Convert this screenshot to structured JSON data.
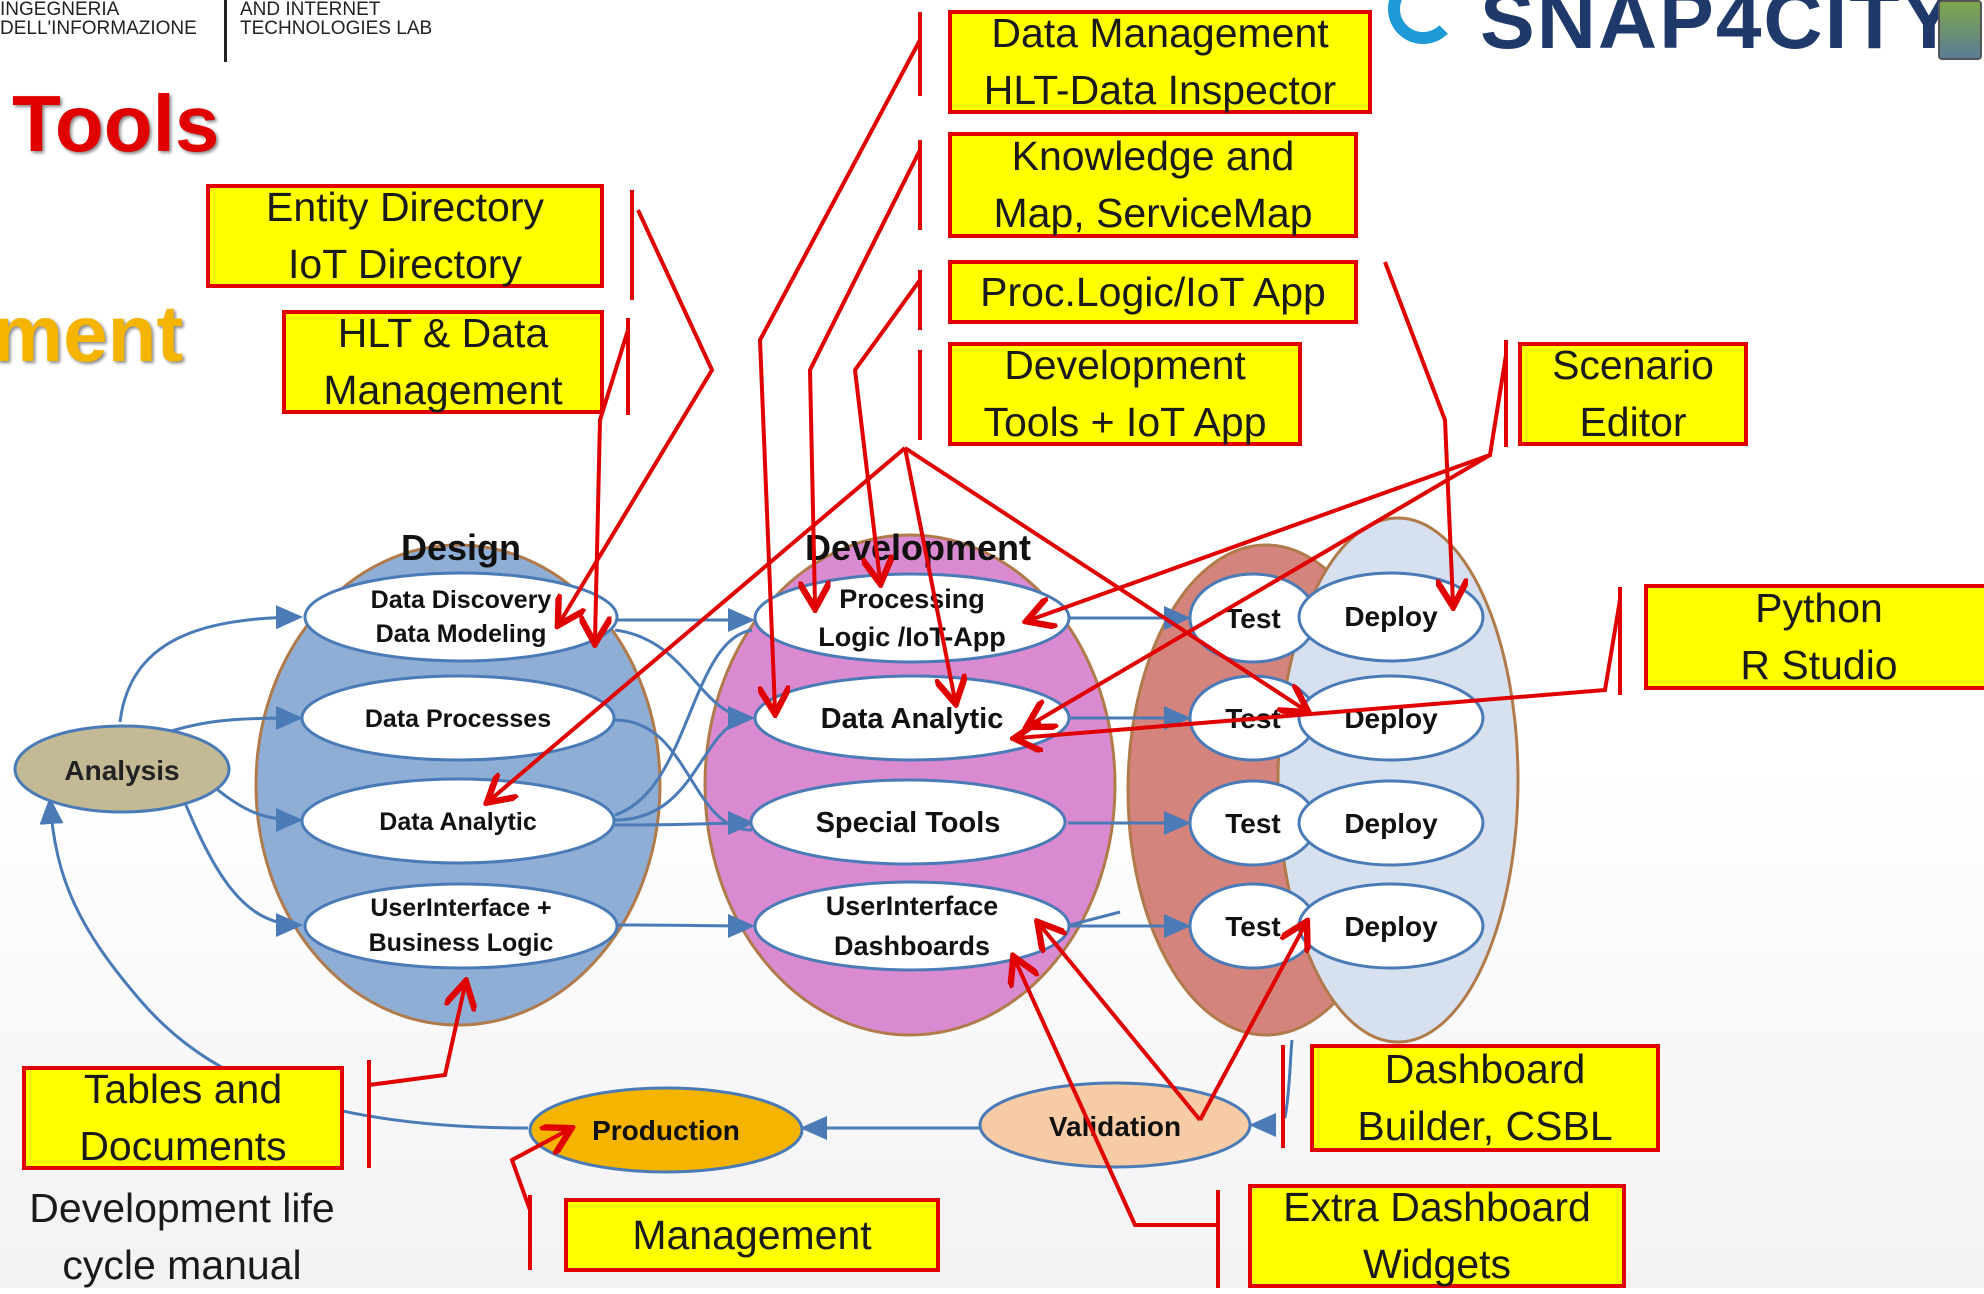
{
  "header": {
    "left_logo_line1": "INGEGNERIA",
    "left_logo_line2": "DELL'INFORMAZIONE",
    "lab_logo_line1": "AND INTERNET",
    "lab_logo_line2": "TECHNOLOGIES LAB",
    "brand_logo": "SNAP4CITY"
  },
  "titles": {
    "tools": "Tools",
    "ment": "ment"
  },
  "phases": {
    "design": "Design",
    "development": "Development"
  },
  "nodes": {
    "analysis": "Analysis",
    "design_items": [
      {
        "line1": "Data Discovery",
        "line2": "Data Modeling"
      },
      {
        "line1": "Data Processes",
        "line2": ""
      },
      {
        "line1": "Data Analytic",
        "line2": ""
      },
      {
        "line1": "UserInterface +",
        "line2": "Business Logic"
      }
    ],
    "dev_items": [
      {
        "line1": "Processing",
        "line2": "Logic /IoT-App"
      },
      {
        "line1": "Data Analytic",
        "line2": ""
      },
      {
        "line1": "Special Tools",
        "line2": ""
      },
      {
        "line1": "UserInterface",
        "line2": "Dashboards"
      }
    ],
    "test_label": "Test",
    "deploy_label": "Deploy",
    "production": "Production",
    "validation": "Validation"
  },
  "callouts": {
    "data_management": [
      "Data Management",
      "HLT-Data Inspector"
    ],
    "knowledge_map": [
      "Knowledge and",
      "Map, ServiceMap"
    ],
    "proc_logic": [
      "Proc.Logic/IoT App"
    ],
    "dev_tools": [
      "Development",
      "Tools + IoT App"
    ],
    "entity_directory": [
      "Entity Directory",
      "IoT Directory"
    ],
    "hlt_data": [
      "HLT & Data",
      "Management"
    ],
    "scenario_editor": [
      "Scenario",
      "Editor"
    ],
    "python_r": [
      "Python",
      "R Studio"
    ],
    "tables_docs": [
      "Tables and",
      "Documents"
    ],
    "management": [
      "Management"
    ],
    "dashboard_builder": [
      "Dashboard",
      "Builder, CSBL"
    ],
    "extra_widgets": [
      "Extra Dashboard",
      "Widgets"
    ]
  },
  "footnote": [
    "Development life",
    "cycle manual"
  ],
  "colors": {
    "callout_fill": "#ffff00",
    "callout_border": "#e00000",
    "arrow_red": "#e00000",
    "flow_blue": "#4a7bb7",
    "design_fill": "#8eaed6",
    "design_border": "#b07a4a",
    "dev_fill": "#d98ad0",
    "test_fill": "#d4837d",
    "deploy_fill": "#d6e0ee",
    "analysis_fill": "#c4b995",
    "production_fill": "#f5b400",
    "validation_fill": "#f7cba5"
  }
}
